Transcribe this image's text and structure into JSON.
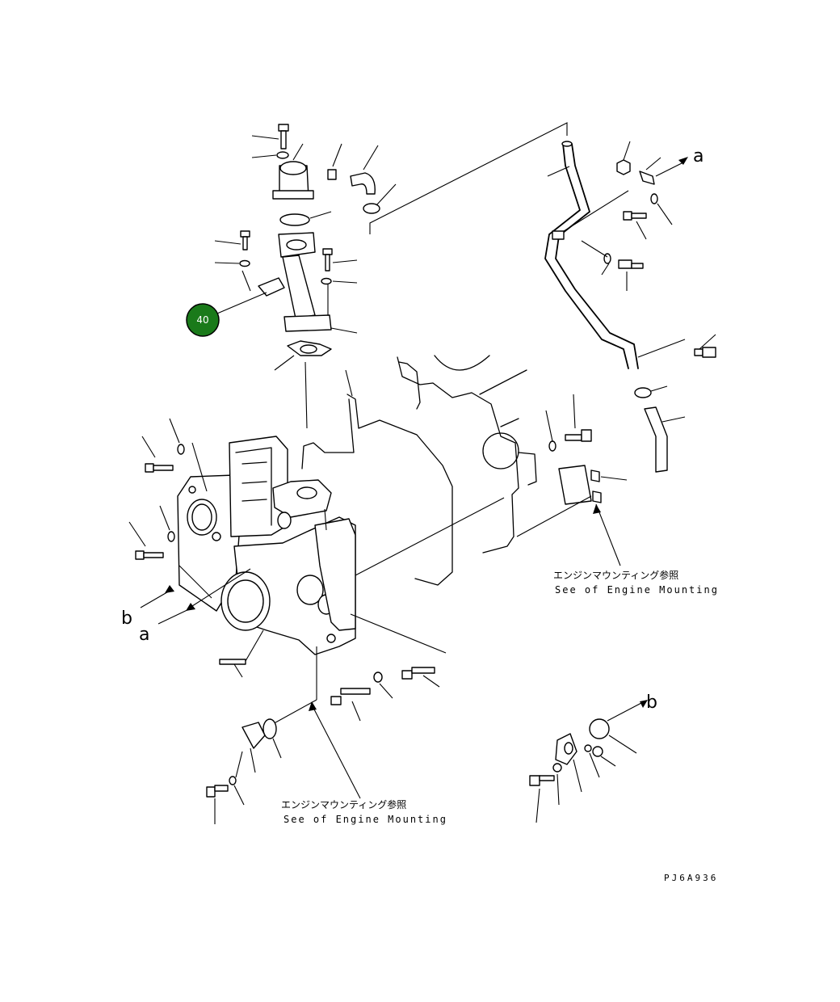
{
  "diagram": {
    "badge": {
      "label": "40",
      "color": "#1a7a1a"
    },
    "ref_letters": {
      "a": "a",
      "b": "b"
    },
    "engine_mounting_ref": {
      "jp": "エンジンマウンティング参照",
      "en": "See of Engine Mounting"
    },
    "drawing_code": "PJ6A936"
  }
}
